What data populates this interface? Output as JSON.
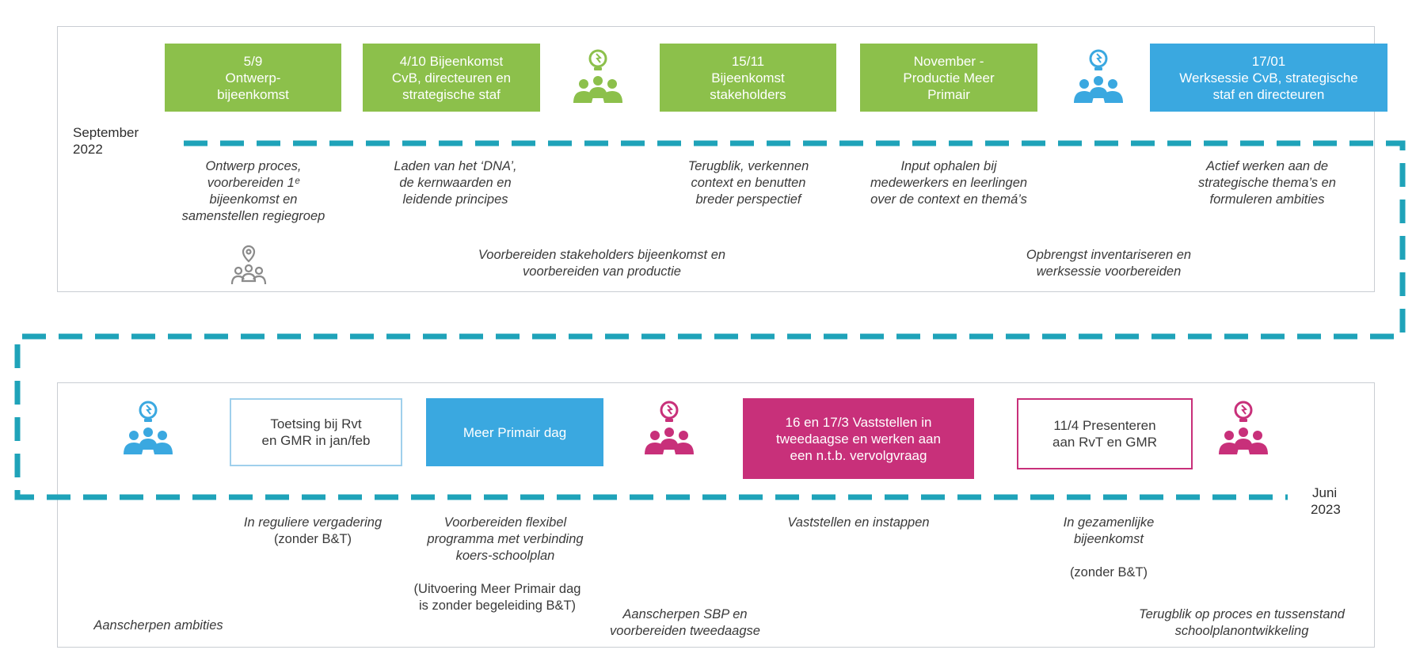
{
  "colors": {
    "green": "#8cc04b",
    "blue": "#3aa8e0",
    "magenta": "#c8307a",
    "dash": "#1fa3b9",
    "grey": "#8a8a8a"
  },
  "start_label": {
    "line1": "September",
    "line2": "2022"
  },
  "end_label": {
    "line1": "Juni",
    "line2": "2023"
  },
  "top": {
    "boxes": [
      {
        "lines": [
          "5/9",
          "Ontwerp-",
          "bijeenkomst"
        ]
      },
      {
        "lines": [
          "4/10 Bijeenkomst",
          "CvB, directeuren en",
          "strategische staf"
        ]
      },
      {
        "lines": [
          "15/11",
          "Bijeenkomst",
          "stakeholders"
        ]
      },
      {
        "lines": [
          "November -",
          "Productie Meer",
          "Primair"
        ]
      },
      {
        "lines": [
          "17/01",
          "Werksessie CvB, strategische",
          "staf en directeuren"
        ]
      }
    ],
    "descriptions": [
      {
        "lines": [
          "Ontwerp proces,",
          "voorbereiden 1ᵉ",
          "bijeenkomst en",
          "samenstellen regiegroep"
        ]
      },
      {
        "lines": [
          "Laden van het ‘DNA’,",
          "de kernwaarden en",
          "leidende principes"
        ]
      },
      {
        "lines": [
          "Terugblik, verkennen",
          "context en benutten",
          "breder perspectief"
        ]
      },
      {
        "lines": [
          "Input ophalen bij",
          "medewerkers en leerlingen",
          "over de context en themá’s"
        ]
      },
      {
        "lines": [
          "Actief werken aan de",
          "strategische thema’s en",
          "formuleren ambities"
        ]
      }
    ],
    "notes": [
      {
        "lines": [
          "Voorbereiden stakeholders bijeenkomst en",
          "voorbereiden van productie"
        ]
      },
      {
        "lines": [
          "Opbrengst inventariseren en",
          "werksessie voorbereiden"
        ]
      }
    ]
  },
  "bottom": {
    "boxes": [
      {
        "lines": [
          "Toetsing bij Rvt",
          "en GMR in jan/feb"
        ]
      },
      {
        "lines": [
          "Meer Primair dag"
        ]
      },
      {
        "lines": [
          "16 en 17/3 Vaststellen in",
          "tweedaagse en werken aan",
          "een n.t.b. vervolgvraag"
        ]
      },
      {
        "lines": [
          "11/4 Presenteren",
          "aan RvT en GMR"
        ]
      }
    ],
    "descriptions": [
      {
        "lines": [
          "In reguliere vergadering",
          "(zonder B&T)"
        ]
      },
      {
        "lines": [
          "Voorbereiden flexibel",
          "programma met verbinding",
          "koers-schoolplan"
        ]
      },
      {
        "lines": [
          "(Uitvoering  Meer Primair dag",
          "is zonder begeleiding B&T)"
        ]
      },
      {
        "lines": [
          "Vaststellen en instappen"
        ]
      },
      {
        "lines": [
          "In gezamenlijke",
          "bijeenkomst"
        ]
      },
      {
        "lines": [
          "(zonder B&T)"
        ]
      }
    ],
    "notes": [
      {
        "lines": [
          "Aanscherpen ambities"
        ]
      },
      {
        "lines": [
          "Aanscherpen SBP en",
          "voorbereiden tweedaagse"
        ]
      },
      {
        "lines": [
          "Terugblik op proces en tussenstand",
          "schoolplanontwikkeling"
        ]
      }
    ]
  },
  "icons": [
    {
      "name": "green-team-idea-icon",
      "color": "#8cc04b"
    },
    {
      "name": "blue-team-idea-icon",
      "color": "#3aa8e0"
    },
    {
      "name": "grey-team-pin-icon",
      "color": "#8a8a8a"
    },
    {
      "name": "blue-team-idea-icon",
      "color": "#3aa8e0"
    },
    {
      "name": "magenta-team-idea-icon",
      "color": "#c8307a"
    },
    {
      "name": "magenta-team-idea-icon",
      "color": "#c8307a"
    }
  ]
}
